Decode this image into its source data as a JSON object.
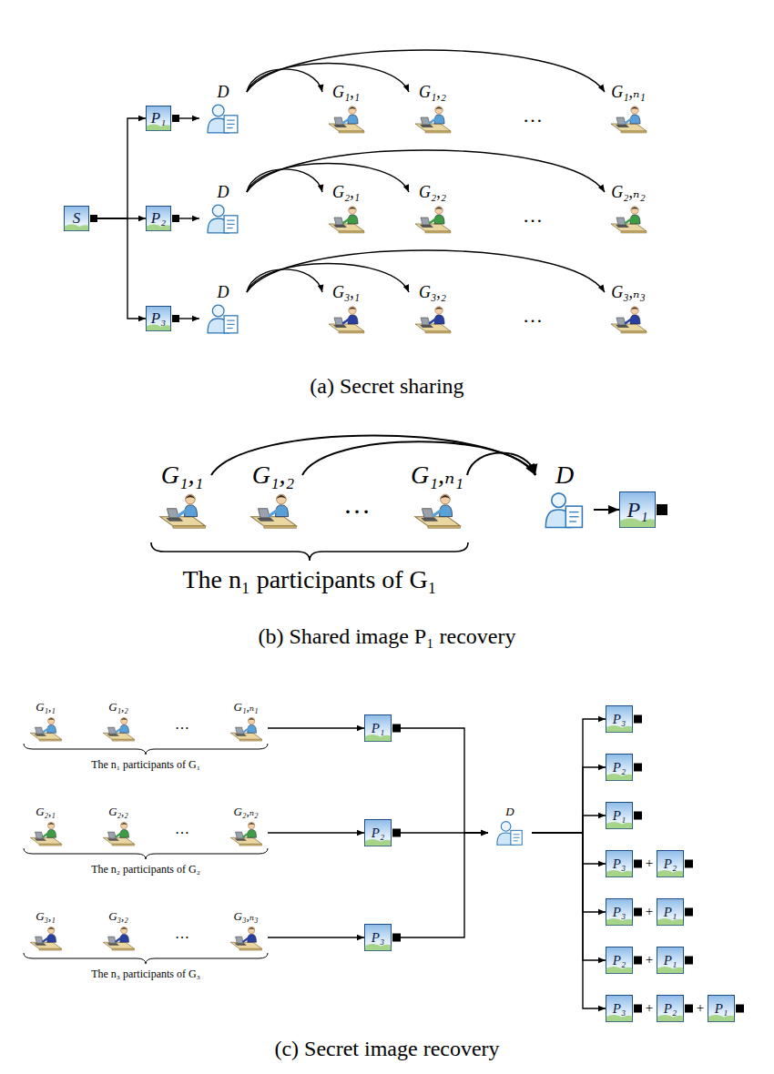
{
  "diagram": {
    "nodes": [
      {
        "text": [
          "S"
        ]
      },
      {
        "text": [
          "P₁"
        ]
      },
      {
        "text": [
          "D"
        ]
      },
      {
        "text": [
          "G₁,₁"
        ]
      },
      {
        "text": [
          "G₁,₂"
        ]
      },
      {
        "text": [
          "G₁,ₙ₁"
        ]
      },
      {
        "text": [
          "P₂"
        ]
      },
      {
        "text": [
          "D"
        ]
      },
      {
        "text": [
          "G₂,₁"
        ]
      },
      {
        "text": [
          "G₂,₂"
        ]
      },
      {
        "text": [
          "G₂,ₙ₂"
        ]
      },
      {
        "text": [
          "P₃"
        ]
      },
      {
        "text": [
          "D"
        ]
      },
      {
        "text": [
          "G₃,₁"
        ]
      },
      {
        "text": [
          "G₃,₂"
        ]
      },
      {
        "text": [
          "G₃,ₙ₃"
        ]
      },
      {
        "text": [
          "G₁,₁"
        ]
      },
      {
        "text": [
          "G₁,₂"
        ]
      },
      {
        "text": [
          "G₁,ₙ₁"
        ]
      },
      {
        "text": [
          "D"
        ]
      },
      {
        "text": [
          "P₁"
        ]
      },
      {
        "text": [
          "G₁,₁"
        ]
      },
      {
        "text": [
          "G₁,₂"
        ]
      },
      {
        "text": [
          "G₁,ₙ₁"
        ]
      },
      {
        "text": [
          "P₁"
        ]
      },
      {
        "text": [
          "G₂,₁"
        ]
      },
      {
        "text": [
          "G₂,₂"
        ]
      },
      {
        "text": [
          "G₂,ₙ₂"
        ]
      },
      {
        "text": [
          "P₂"
        ]
      },
      {
        "text": [
          "G₃,₁"
        ]
      },
      {
        "text": [
          "G₃,₂"
        ]
      },
      {
        "text": [
          "G₃,ₙ₃"
        ]
      },
      {
        "text": [
          "P₃"
        ]
      },
      {
        "text": [
          "D"
        ]
      },
      {
        "text": [
          "P₃"
        ]
      },
      {
        "text": [
          "P₂"
        ]
      },
      {
        "text": [
          "P₁"
        ]
      },
      {
        "text": [
          "P₃"
        ]
      },
      {
        "text": [
          "P₂"
        ]
      },
      {
        "text": [
          "P₃"
        ]
      },
      {
        "text": [
          "P₁"
        ]
      },
      {
        "text": [
          "P₂"
        ]
      },
      {
        "text": [
          "P₁"
        ]
      },
      {
        "text": [
          "P₃"
        ]
      },
      {
        "text": [
          "P₂"
        ]
      },
      {
        "text": [
          "P₁"
        ]
      }
    ],
    "edges": [
      {
        "from": 0,
        "to": 1,
        "arrow": "to"
      },
      {
        "from": 0,
        "to": 6,
        "arrow": "to"
      },
      {
        "from": 0,
        "to": 11,
        "arrow": "to"
      },
      {
        "from": 1,
        "to": 2,
        "arrow": "to"
      },
      {
        "from": 2,
        "to": 3,
        "arrow": "to"
      },
      {
        "from": 2,
        "to": 4,
        "arrow": "to"
      },
      {
        "from": 2,
        "to": 5,
        "arrow": "to"
      },
      {
        "from": 6,
        "to": 7,
        "arrow": "to"
      },
      {
        "from": 7,
        "to": 8,
        "arrow": "to"
      },
      {
        "from": 7,
        "to": 9,
        "arrow": "to"
      },
      {
        "from": 7,
        "to": 10,
        "arrow": "to"
      },
      {
        "from": 11,
        "to": 12,
        "arrow": "to"
      },
      {
        "from": 12,
        "to": 13,
        "arrow": "to"
      },
      {
        "from": 12,
        "to": 14,
        "arrow": "to"
      },
      {
        "from": 12,
        "to": 15,
        "arrow": "to"
      },
      {
        "from": 16,
        "to": 19,
        "arrow": "to"
      },
      {
        "from": 17,
        "to": 19,
        "arrow": "to"
      },
      {
        "from": 18,
        "to": 19,
        "arrow": "to"
      },
      {
        "from": 19,
        "to": 20,
        "arrow": "to"
      },
      {
        "from": 23,
        "to": 24,
        "arrow": "to"
      },
      {
        "from": 27,
        "to": 28,
        "arrow": "to"
      },
      {
        "from": 31,
        "to": 32,
        "arrow": "to"
      },
      {
        "from": 24,
        "to": 33,
        "arrow": "to"
      },
      {
        "from": 28,
        "to": 33,
        "arrow": "to"
      },
      {
        "from": 32,
        "to": 33,
        "arrow": "to"
      },
      {
        "from": 33,
        "to": 34,
        "arrow": "to"
      },
      {
        "from": 33,
        "to": 35,
        "arrow": "to"
      },
      {
        "from": 33,
        "to": 36,
        "arrow": "to"
      },
      {
        "from": 33,
        "to": 37,
        "arrow": "to"
      },
      {
        "from": 33,
        "to": 39,
        "arrow": "to"
      },
      {
        "from": 33,
        "to": 41,
        "arrow": "to"
      },
      {
        "from": 33,
        "to": 43,
        "arrow": "to"
      }
    ],
    "labels": [
      "…",
      "…",
      "…",
      "(a) Secret sharing",
      "…",
      "The n₁ participants of G₁",
      "(b) Shared image P₁ recovery",
      "…",
      "The n₁ participants of G₁",
      "…",
      "The n₂ participants of G₂",
      "…",
      "The n₃ participants of G₃",
      "+",
      "+",
      "+",
      "+",
      "+",
      "(c) Secret image recovery"
    ]
  }
}
